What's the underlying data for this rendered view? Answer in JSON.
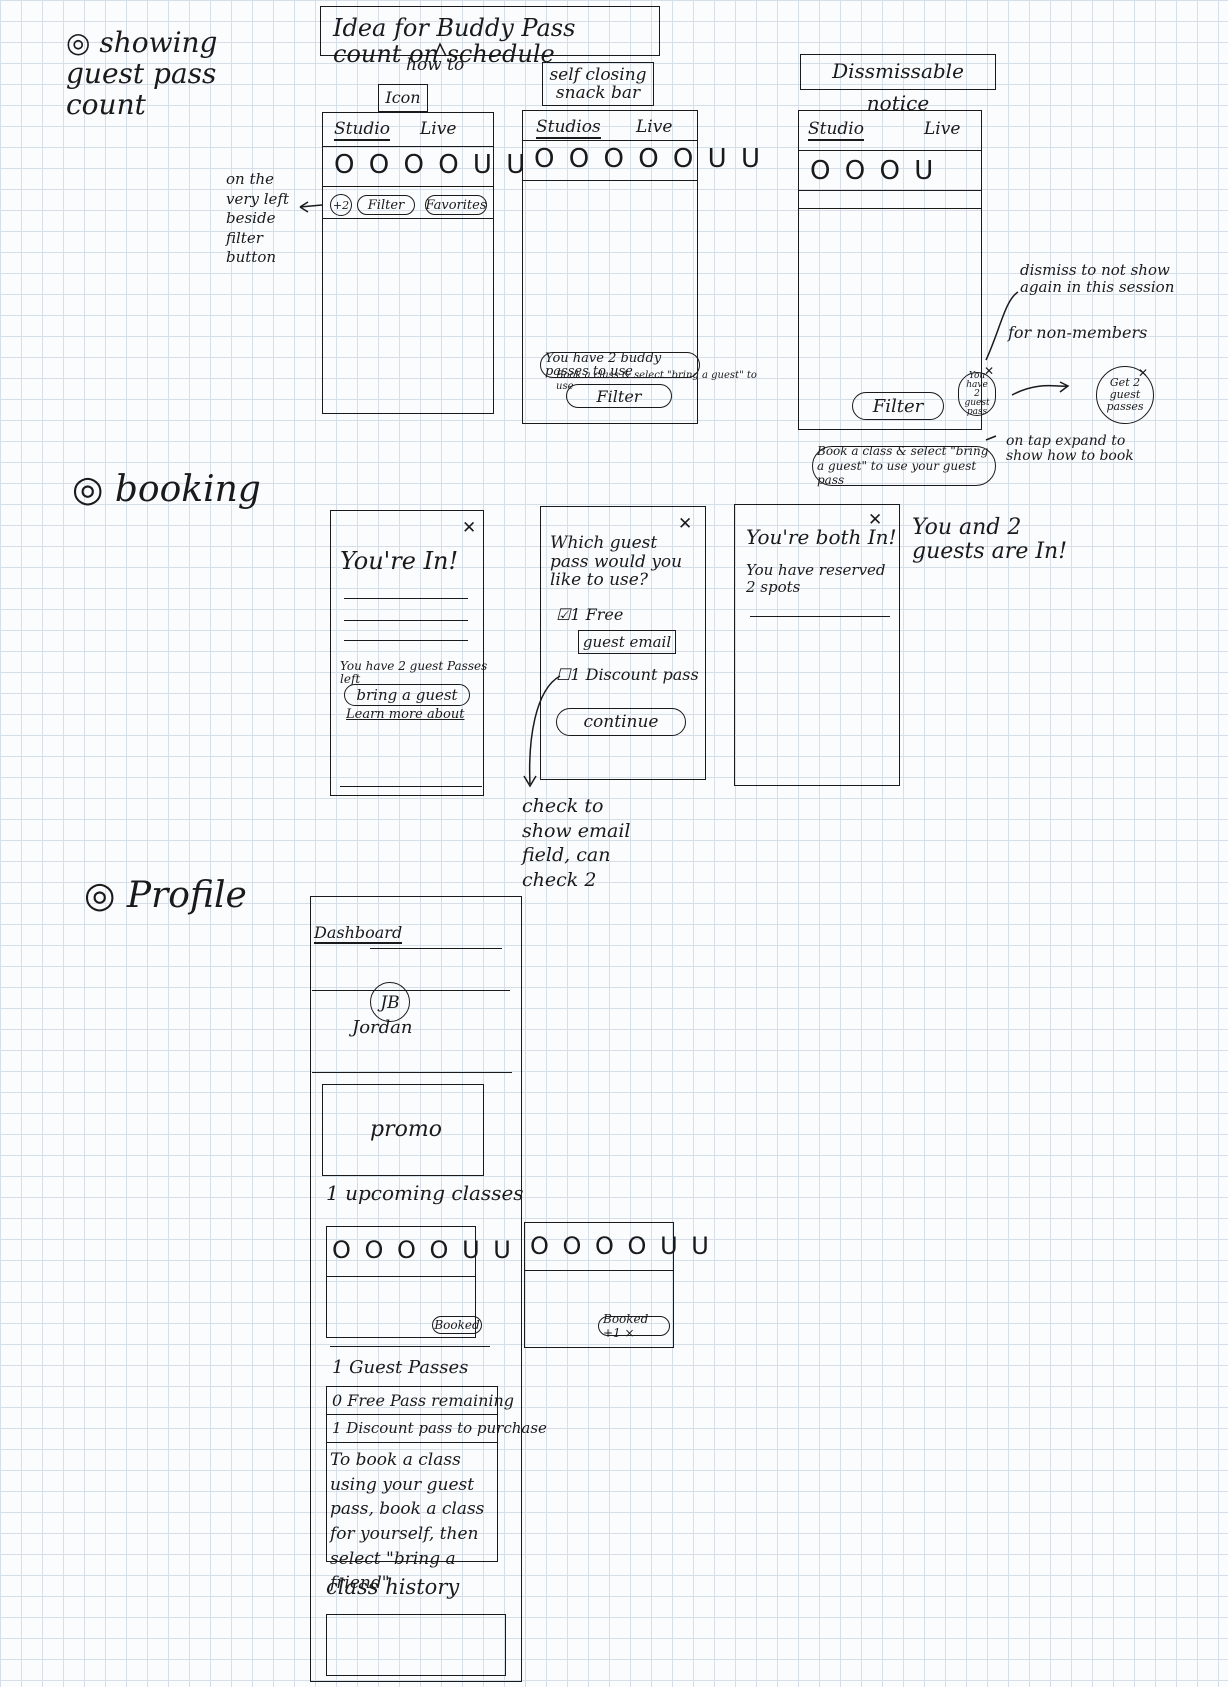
{
  "title": "Idea for Buddy Pass count on schedule",
  "labels": {
    "how_to": "how to",
    "icon": "Icon",
    "snackbar": "self closing snack bar",
    "dismissable": "Dissmissable notice"
  },
  "sections": {
    "showing": "showing guest pass count",
    "booking": "booking",
    "profile": "Profile"
  },
  "phone1": {
    "tab_studio": "Studio",
    "tab_live": "Live",
    "circles": "O O O O U U",
    "badge": "+2",
    "filter": "Filter",
    "favorites": "Favorites",
    "note": "on the very left beside filter button"
  },
  "phone2": {
    "tab_studio": "Studios",
    "tab_live": "Live",
    "circles": "O O O O O U U",
    "snackbar": "You have 2 buddy passes to use",
    "snackbar_sub": "Book a class & select \"bring a guest\" to use",
    "filter": "Filter"
  },
  "phone3": {
    "tab_studio": "Studio",
    "tab_live": "Live",
    "circles": "O O O U",
    "filter": "Filter",
    "badge": "You have 2 guest pass",
    "expanded": "Get 2 guest passes",
    "tooltip": "Book a class & select \"bring a guest\" to use your guest pass",
    "note_dismiss": "dismiss to not show again in this session",
    "note_nonmember": "for non-members",
    "note_tap": "on tap expand to show how to book"
  },
  "booking1": {
    "heading": "You're In!",
    "passes": "You have 2 guest Passes left",
    "button": "bring a guest",
    "learn": "Learn more about"
  },
  "booking2": {
    "question": "Which guest pass would you like to use?",
    "option1": "1 Free",
    "email": "guest email",
    "option2": "1 Discount pass",
    "button": "continue",
    "note": "check to show email field, can check 2"
  },
  "booking3": {
    "heading": "You're both In!",
    "body": "You have reserved 2 spots",
    "side_note": "You and 2 guests are In!"
  },
  "profile": {
    "dashboard": "Dashboard",
    "initials": "JB",
    "name": "Jordan",
    "promo": "promo",
    "upcoming": "1 upcoming classes",
    "circles": "O O O O U U",
    "booked": "Booked",
    "guest_passes": "1 Guest Passes",
    "free": "0 Free Pass remaining",
    "discount": "1 Discount pass to purchase",
    "howto": "To book a class using your guest pass, book a class for yourself, then select \"bring a friend\"",
    "history": "class history",
    "alt_circles": "O O O O U U",
    "alt_booked": "Booked +1 ×"
  }
}
